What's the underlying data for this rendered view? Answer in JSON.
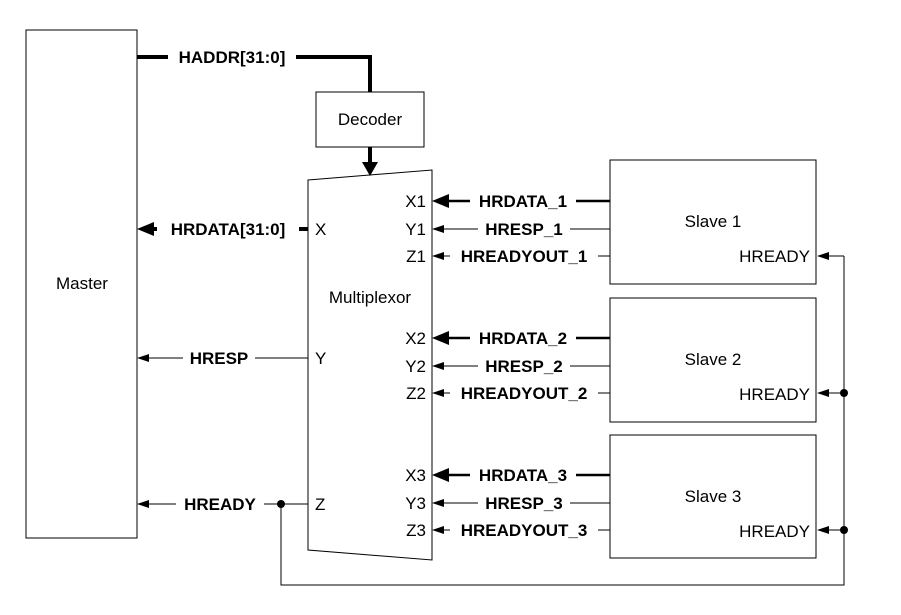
{
  "blocks": {
    "master": "Master",
    "decoder": "Decoder",
    "multiplexor": "Multiplexor",
    "slave1": "Slave 1",
    "slave2": "Slave 2",
    "slave3": "Slave 3",
    "slave_hready": "HREADY"
  },
  "signals": {
    "haddr": "HADDR[31:0]",
    "hrdata": "HRDATA[31:0]",
    "hresp": "HRESP",
    "hready": "HREADY",
    "hrdata_1": "HRDATA_1",
    "hresp_1": "HRESP_1",
    "hreadyout_1": "HREADYOUT_1",
    "hrdata_2": "HRDATA_2",
    "hresp_2": "HRESP_2",
    "hreadyout_2": "HREADYOUT_2",
    "hrdata_3": "HRDATA_3",
    "hresp_3": "HRESP_3",
    "hreadyout_3": "HREADYOUT_3"
  },
  "ports": {
    "x": "X",
    "y": "Y",
    "z": "Z",
    "x1": "X1",
    "y1": "Y1",
    "z1": "Z1",
    "x2": "X2",
    "y2": "Y2",
    "z2": "Z2",
    "x3": "X3",
    "y3": "Y3",
    "z3": "Z3"
  }
}
